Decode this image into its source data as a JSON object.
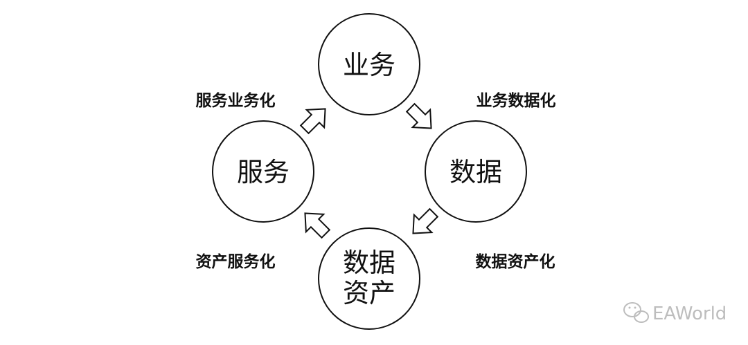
{
  "nodes": {
    "business": "业务",
    "data": "数据",
    "data_asset_line1": "数据",
    "data_asset_line2": "资产",
    "service": "服务"
  },
  "transitions": {
    "business_to_data": "业务数据化",
    "data_to_asset": "数据资产化",
    "asset_to_service": "资产服务化",
    "service_to_business": "服务业务化"
  },
  "watermark": {
    "text": "EAWorld",
    "icon": "wechat-icon"
  },
  "colors": {
    "stroke": "#111111",
    "text": "#111111",
    "watermark": "#bdbdbd"
  }
}
